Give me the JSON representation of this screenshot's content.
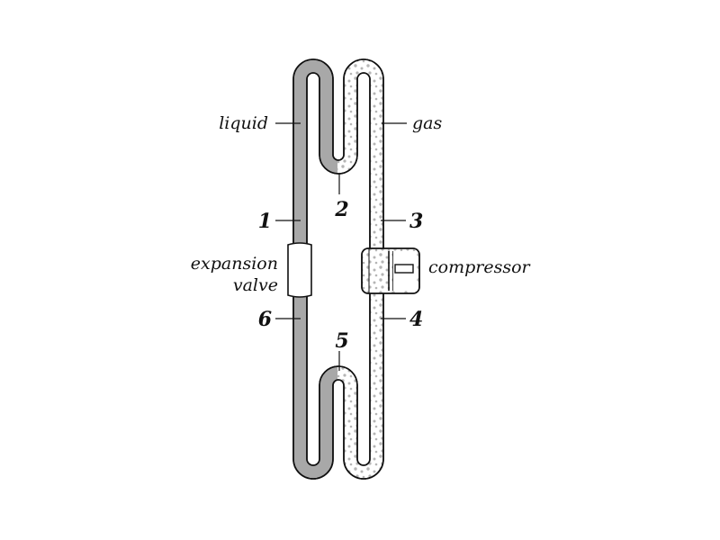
{
  "labels": {
    "liquid": "liquid",
    "gas": "gas",
    "expansion_line1": "expansion",
    "expansion_line2": "valve",
    "compressor": "compressor",
    "n1": "1",
    "n2": "2",
    "n3": "3",
    "n4": "4",
    "n5": "5",
    "n6": "6"
  },
  "colors": {
    "liquid_fill": "#a8a8a8",
    "gas_fill": "#ffffff",
    "gas_dots": "#b5b5b5",
    "outline": "#111111"
  }
}
